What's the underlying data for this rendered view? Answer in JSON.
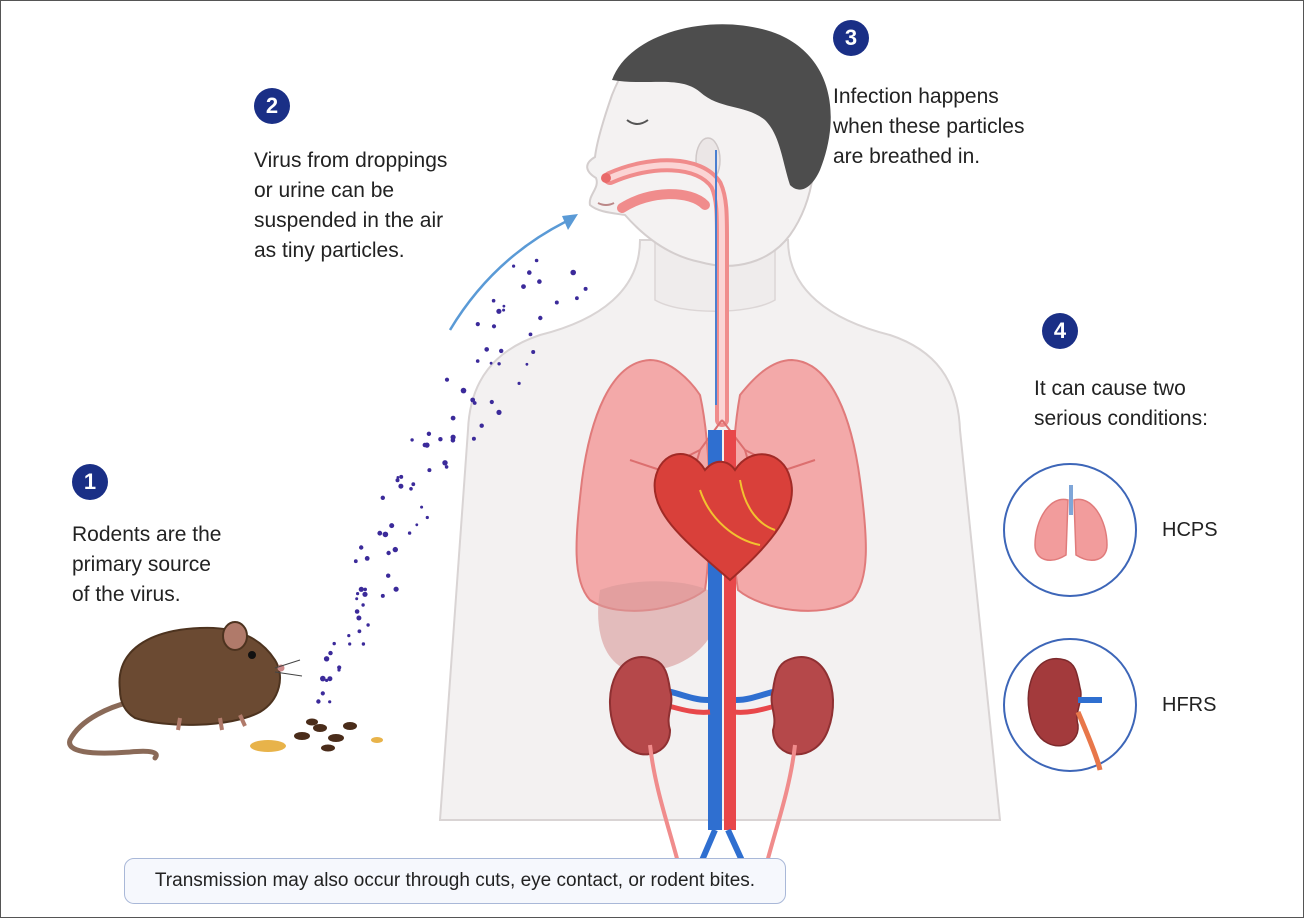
{
  "steps": [
    {
      "number": "1",
      "text": "Rodents are the primary source of the virus."
    },
    {
      "number": "2",
      "text": "Virus from droppings or urine can be suspended in the air as tiny particles."
    },
    {
      "number": "3",
      "text": "Infection happens when these particles are breathed in."
    },
    {
      "number": "4",
      "text": "It can cause two serious conditions:"
    }
  ],
  "step_lines": {
    "s1": [
      "Rodents are the",
      "primary source",
      "of the virus."
    ],
    "s2": [
      "Virus from droppings",
      "or urine can be",
      "suspended in the air",
      "as tiny particles."
    ],
    "s3": [
      "Infection happens",
      "when these particles",
      "are breathed in."
    ],
    "s4": [
      "It can cause two",
      "serious conditions:"
    ]
  },
  "conditions": [
    {
      "label": "HCPS",
      "icon": "lungs-icon"
    },
    {
      "label": "HFRS",
      "icon": "kidney-icon"
    }
  ],
  "footnote": "Transmission may also occur through cuts, eye contact, or rodent bites.",
  "colors": {
    "badge": "#1a2f86",
    "particles": "#3b2a9a",
    "arrow": "#5a9ad6",
    "artery": "#e8474a",
    "vein": "#2f6fd0",
    "organ_pink": "#f29c9c",
    "kidney": "#b5484a",
    "skin": "#f3f1f1",
    "hair": "#4d4d4d",
    "rodent": "#6b4a32"
  }
}
